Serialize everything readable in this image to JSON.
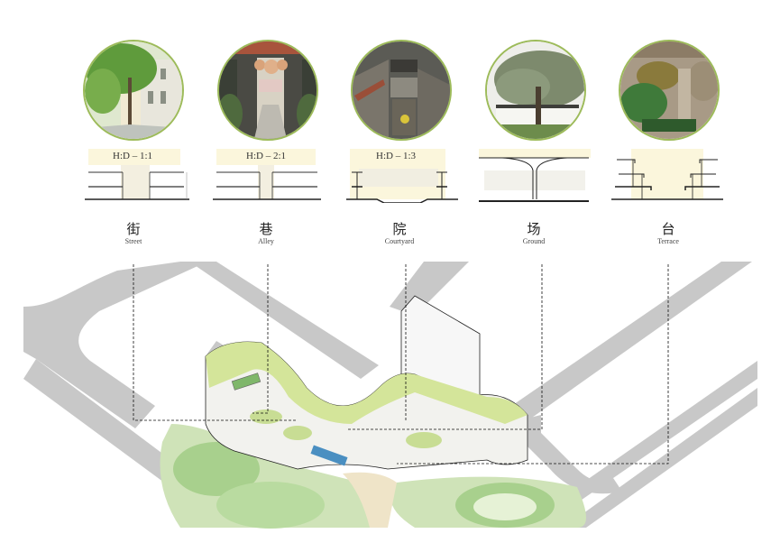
{
  "typologies": [
    {
      "key": "street",
      "zh": "街",
      "en": "Street",
      "ratio": "H:D – 1:1",
      "photo": "tree-lined-street"
    },
    {
      "key": "alley",
      "zh": "巷",
      "en": "Alley",
      "ratio": "H:D – 2:1",
      "photo": "lantern-alley"
    },
    {
      "key": "courtyard",
      "zh": "院",
      "en": "Courtyard",
      "ratio": "H:D – 1:3",
      "photo": "aerial-courtyard-roofs"
    },
    {
      "key": "ground",
      "zh": "场",
      "en": "Ground",
      "ratio": "",
      "photo": "large-tree-square"
    },
    {
      "key": "terrace",
      "zh": "台",
      "en": "Terrace",
      "ratio": "",
      "photo": "terraced-garden"
    }
  ],
  "section_labels": {
    "h": "H",
    "d": "D"
  },
  "colors": {
    "photo_ring": "#9dbb5a",
    "section_band": "#fbf6dc",
    "road": "#c8c8c8",
    "roof_green": "#d4e59a",
    "park_green": "#a8d08d",
    "plaza": "#efe4c8",
    "water": "#4a8fc1"
  }
}
